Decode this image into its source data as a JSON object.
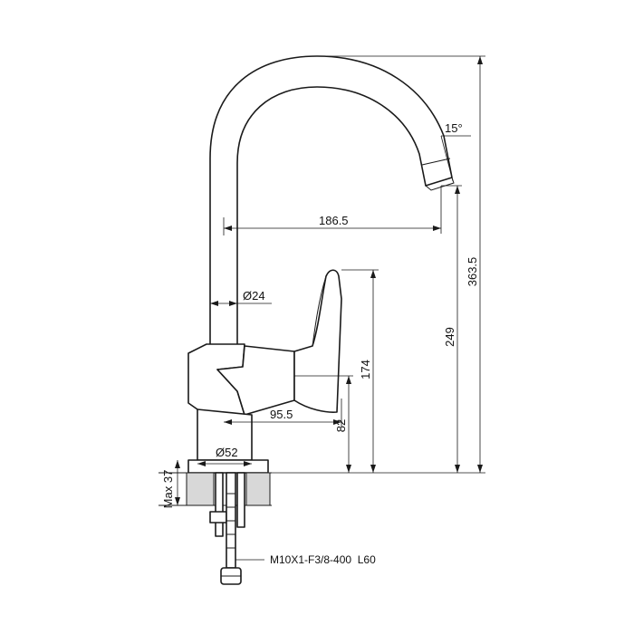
{
  "dimensions": {
    "spout_reach": "186.5",
    "spout_angle": "15°",
    "total_height": "363.5",
    "spout_height": "249",
    "lever_height": "174",
    "body_height": "82",
    "handle_offset": "95.5",
    "pipe_diameter": "Ø24",
    "base_diameter": "Ø52",
    "max_counter": "Max 37",
    "hose_spec": "M10X1-F3/8-400  L60"
  }
}
